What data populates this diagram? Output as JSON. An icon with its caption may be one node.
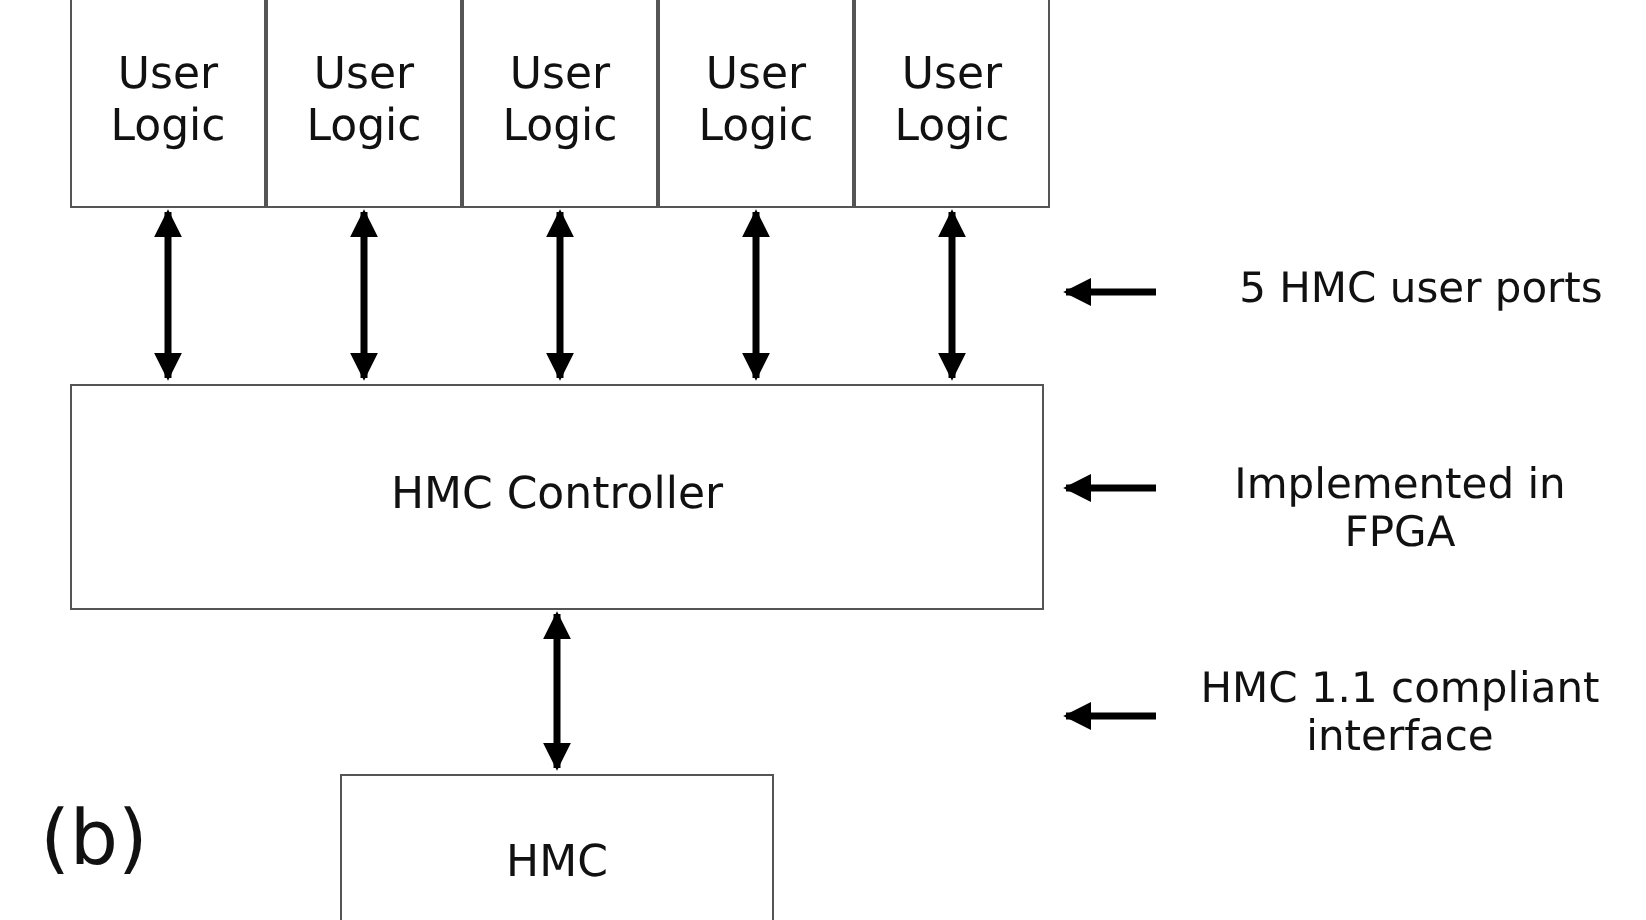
{
  "diagram": {
    "nodes": [
      {
        "text": [
          "User Logic"
        ]
      },
      {
        "text": [
          "User Logic"
        ]
      },
      {
        "text": [
          "User Logic"
        ]
      },
      {
        "text": [
          "User Logic"
        ]
      },
      {
        "text": [
          "User Logic"
        ]
      },
      {
        "text": [
          "HMC Controller"
        ]
      },
      {
        "text": [
          "HMC"
        ]
      }
    ],
    "edges": [
      {
        "from": 0,
        "to": 5,
        "arrow": "both"
      },
      {
        "from": 1,
        "to": 5,
        "arrow": "both"
      },
      {
        "from": 2,
        "to": 5,
        "arrow": "both"
      },
      {
        "from": 3,
        "to": 5,
        "arrow": "both"
      },
      {
        "from": 4,
        "to": 5,
        "arrow": "both"
      },
      {
        "from": 5,
        "to": 6,
        "arrow": "both"
      }
    ],
    "labels": [
      "5 HMC user ports",
      "Implemented in FPGA",
      "HMC 1.1 compliant interface",
      "(b)"
    ]
  }
}
